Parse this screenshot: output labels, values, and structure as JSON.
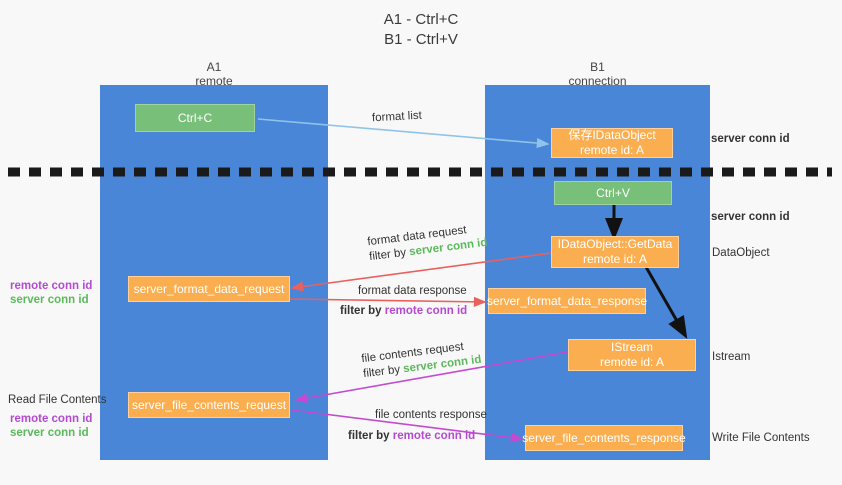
{
  "title": {
    "line1": "A1 - Ctrl+C",
    "line2": "B1 - Ctrl+V"
  },
  "columns": {
    "left": {
      "name": "A1",
      "role": "remote"
    },
    "right": {
      "name": "B1",
      "role": "connection"
    }
  },
  "boxes": {
    "ctrl_c": {
      "label": "Ctrl+C",
      "color": "#78c07a"
    },
    "ctrl_v": {
      "label": "Ctrl+V",
      "color": "#78c07a"
    },
    "save_dataobject": {
      "line1": "保存IDataObject",
      "line2": "remote id: A",
      "color": "#fbae4f"
    },
    "getdata": {
      "line1": "IDataObject::GetData",
      "line2": "remote id: A",
      "color": "#fbae4f"
    },
    "istream": {
      "line1": "IStream",
      "line2": "remote id: A",
      "color": "#fbae4f"
    },
    "format_data_request": {
      "label": "server_format_data_request",
      "color": "#fbae4f"
    },
    "format_data_response": {
      "label": "server_format_data_response",
      "color": "#fbae4f"
    },
    "file_contents_request": {
      "label": "server_file_contents_request",
      "color": "#fbae4f"
    },
    "file_contents_response": {
      "label": "server_file_contents_response",
      "color": "#fbae4f"
    }
  },
  "edges": {
    "format_list": "format list",
    "format_data_request": {
      "title": "format data request",
      "filter_prefix": "filter by",
      "filter_key": "server conn id"
    },
    "format_data_response": {
      "title": "format data response",
      "filter_prefix": "filter by",
      "filter_key": "remote conn id"
    },
    "file_contents_request": {
      "title": "file contents request",
      "filter_prefix": "filter by",
      "filter_key": "server conn id"
    },
    "file_contents_response": {
      "title": "file contents response",
      "filter_prefix": "filter by",
      "filter_key": "remote conn id"
    }
  },
  "left_labels": {
    "group1": {
      "remote": "remote conn id",
      "server": "server conn id"
    },
    "read_file_contents": "Read File Contents",
    "group2": {
      "remote": "remote conn id",
      "server": "server conn id"
    }
  },
  "right_labels": {
    "server_conn_1": "server conn id",
    "server_conn_2": "server conn id",
    "dataobject": "DataObject",
    "istream": "Istream",
    "write_file_contents": "Write File Contents"
  },
  "colors": {
    "column": "#4a86d8",
    "green_box": "#78c07a",
    "orange_box": "#fbae4f",
    "green_text": "#5cb85c",
    "purple_text": "#b44ad0",
    "red_arrow": "#e8615f",
    "magenta_arrow": "#c game",
    "blue_arrow": "#8fc4ea",
    "black": "#1a1a1a"
  }
}
